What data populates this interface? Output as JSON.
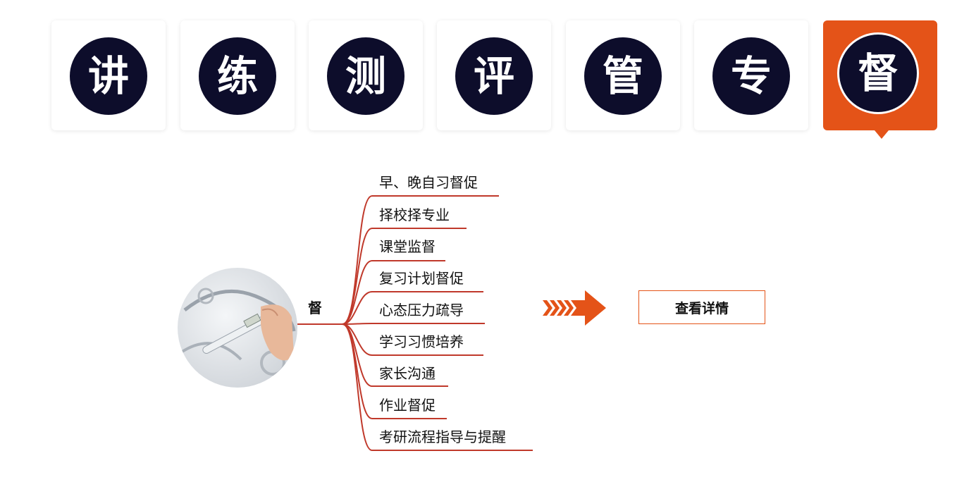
{
  "tabs": [
    {
      "char": "讲",
      "active": false
    },
    {
      "char": "练",
      "active": false
    },
    {
      "char": "测",
      "active": false
    },
    {
      "char": "评",
      "active": false
    },
    {
      "char": "管",
      "active": false
    },
    {
      "char": "专",
      "active": false
    },
    {
      "char": "督",
      "active": true
    }
  ],
  "colors": {
    "accent": "#e45318",
    "circle": "#0d0d2b",
    "line": "#c0392b"
  },
  "mindmap": {
    "root": "督",
    "branches": [
      "早、晚自习督促",
      "择校择专业",
      "课堂监督",
      "复习计划督促",
      "心态压力疏导",
      "学习习惯培养",
      "家长沟通",
      "作业督促",
      "考研流程指导与提醒"
    ]
  },
  "detail_button": {
    "label": "查看详情"
  }
}
